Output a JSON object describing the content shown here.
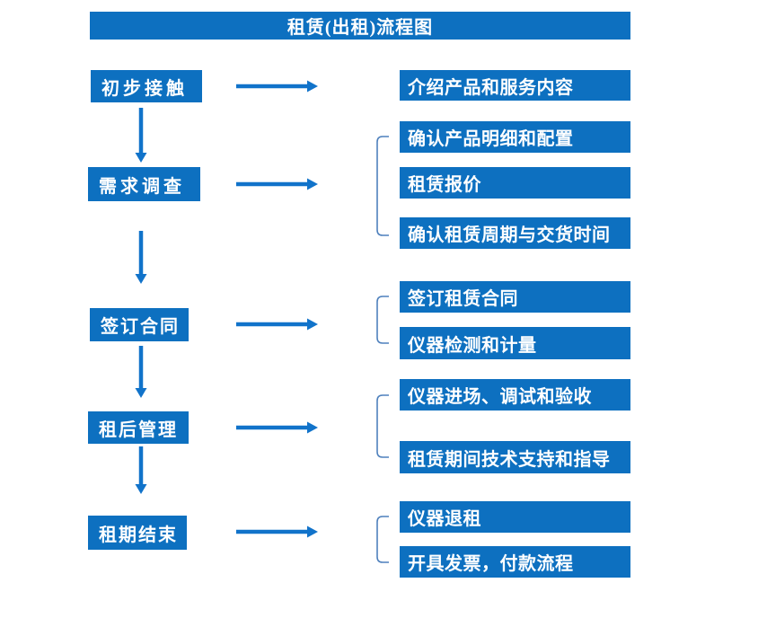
{
  "title": "租赁(出租)流程图",
  "colors": {
    "box_blue": "#0d70c0",
    "arrow_blue": "#1173ca",
    "bracket_blue": "#4f81bd",
    "text_white": "#ffffff",
    "background": "#ffffff"
  },
  "icons": {
    "right_arrow": "→",
    "down_arrow": "↓",
    "group_bracket": "["
  },
  "stages": [
    {
      "label": "初步接触",
      "details": [
        "介绍产品和服务内容"
      ]
    },
    {
      "label": "需求调查",
      "details": [
        "确认产品明细和配置",
        "租赁报价",
        "确认租赁周期与交货时间"
      ]
    },
    {
      "label": "签订合同",
      "details": [
        "签订租赁合同",
        "仪器检测和计量"
      ]
    },
    {
      "label": "租后管理",
      "details": [
        "仪器进场、调试和验收",
        "租赁期间技术支持和指导"
      ]
    },
    {
      "label": "租期结束",
      "details": [
        "仪器退租",
        "开具发票，付款流程"
      ]
    }
  ]
}
